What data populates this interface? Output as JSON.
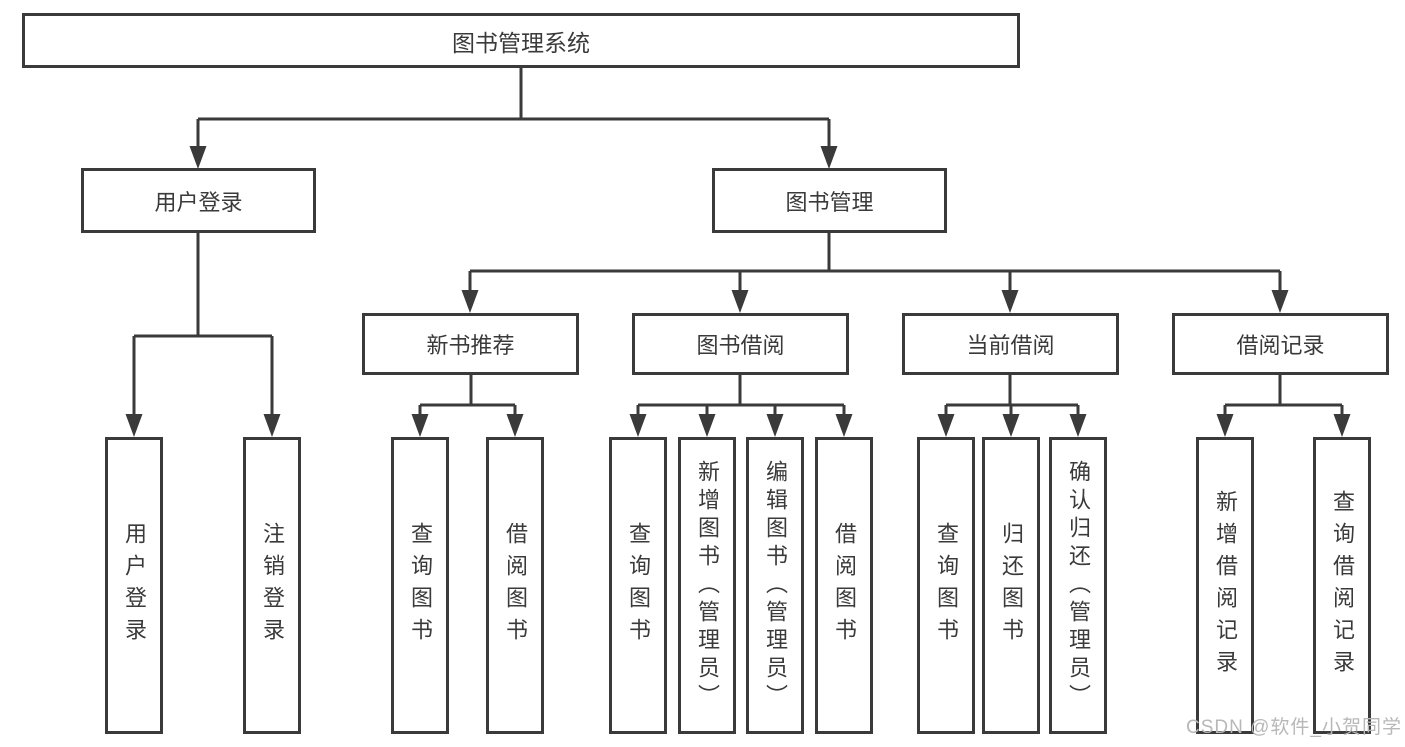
{
  "diagram": {
    "root": {
      "label": "图书管理系统"
    },
    "user_login": {
      "label": "用户登录",
      "children": {
        "login": "用户登录",
        "logout": "注销登录"
      }
    },
    "book_mgmt": {
      "label": "图书管理",
      "new_books": {
        "label": "新书推荐",
        "children": {
          "query": "查询图书",
          "borrow": "借阅图书"
        }
      },
      "borrowing": {
        "label": "图书借阅",
        "children": {
          "query": "查询图书",
          "add": "新增图书（管理员）",
          "edit": "编辑图书（管理员）",
          "borrow": "借阅图书"
        }
      },
      "current": {
        "label": "当前借阅",
        "children": {
          "query": "查询图书",
          "return": "归还图书",
          "confirm": "确认归还（管理员）"
        }
      },
      "records": {
        "label": "借阅记录",
        "children": {
          "add": "新增借阅记录",
          "query": "查询借阅记录"
        }
      }
    }
  },
  "watermark": "CSDN @软件_小贺同学",
  "colors": {
    "line": "#3a3a3a",
    "text": "#3a3a3a",
    "watermark": "#b8b8b8"
  }
}
